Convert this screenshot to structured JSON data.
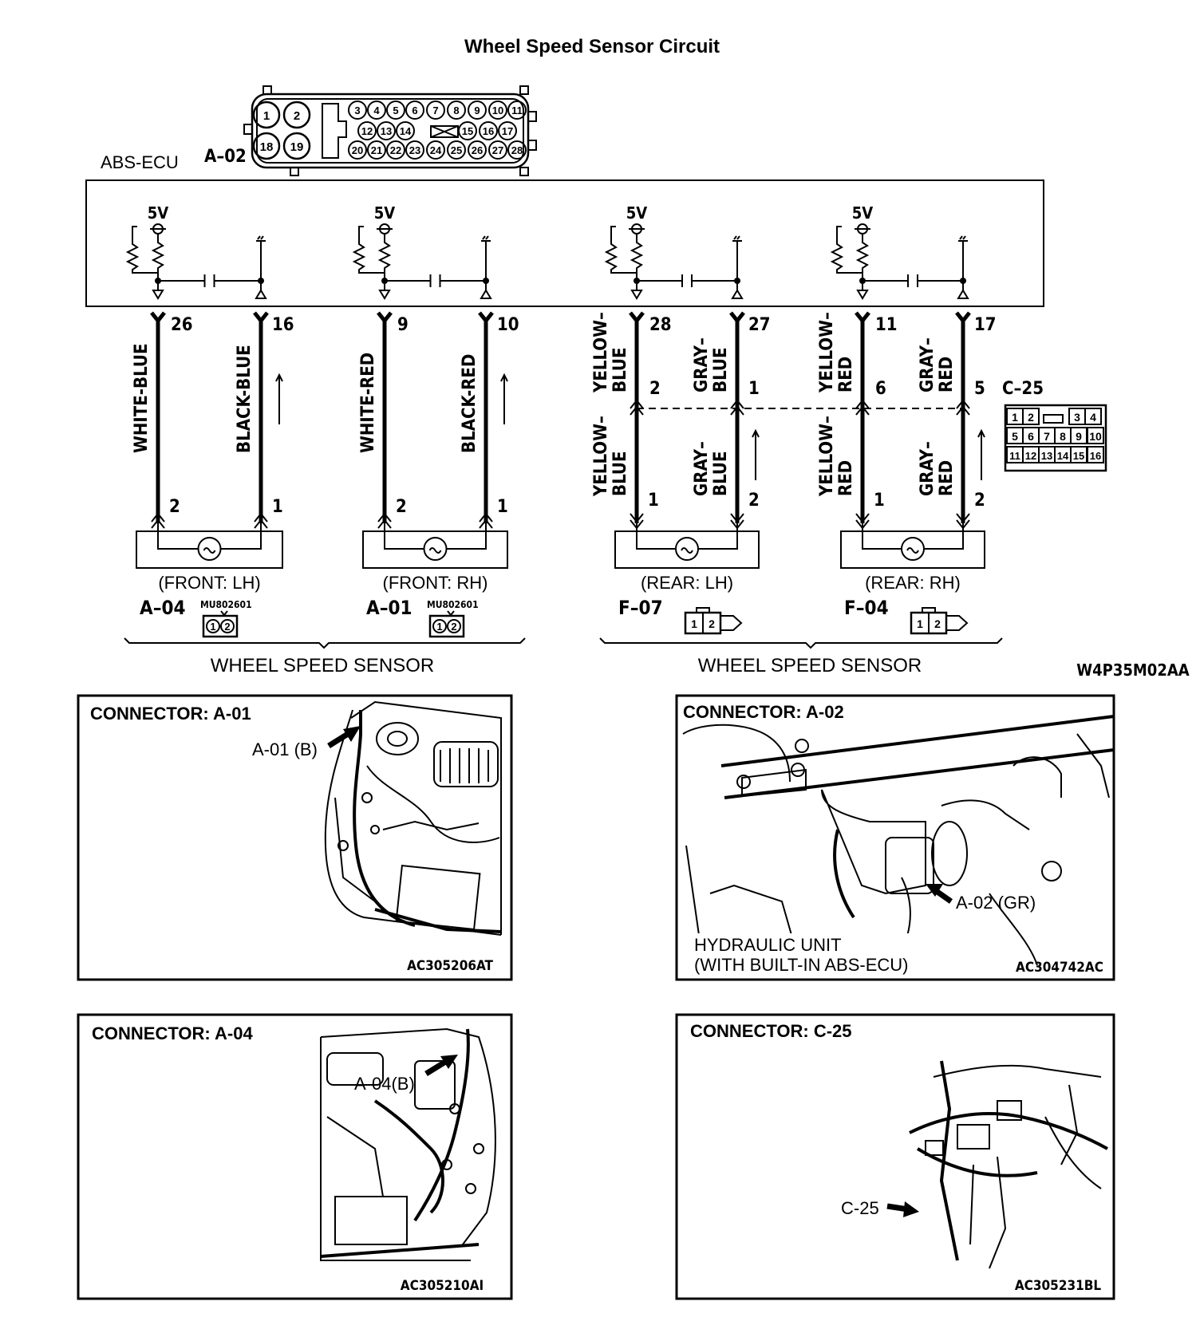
{
  "title": "Wheel Speed Sensor Circuit",
  "ecu": {
    "label": "ABS-ECU",
    "connector": "A–02",
    "pins_left": [
      "1",
      "2",
      "18",
      "19"
    ],
    "pins_row1": [
      "3",
      "4",
      "5",
      "6",
      "7",
      "8",
      "9",
      "10",
      "11"
    ],
    "pins_row2": [
      "12",
      "13",
      "14",
      "15",
      "16",
      "17"
    ],
    "pins_row3": [
      "20",
      "21",
      "22",
      "23",
      "24",
      "25",
      "26",
      "27",
      "28"
    ],
    "voltage": "5V"
  },
  "channels": [
    {
      "sig_pin": "26",
      "gnd_pin": "16",
      "sig_color": "WHITE-BLUE",
      "gnd_color": "BLACK-BLUE",
      "sensor_sig_pin": "2",
      "sensor_gnd_pin": "1",
      "location": "(FRONT: LH)",
      "connector": "A–04",
      "part": "MU802601"
    },
    {
      "sig_pin": "9",
      "gnd_pin": "10",
      "sig_color": "WHITE-RED",
      "gnd_color": "BLACK-RED",
      "sensor_sig_pin": "2",
      "sensor_gnd_pin": "1",
      "location": "(FRONT: RH)",
      "connector": "A–01",
      "part": "MU802601"
    },
    {
      "sig_pin": "28",
      "gnd_pin": "27",
      "sig_color_top": [
        "YELLOW–",
        "BLUE"
      ],
      "gnd_color_top": [
        "GRAY–",
        "BLUE"
      ],
      "sig_color_bot": [
        "YELLOW–",
        "BLUE"
      ],
      "gnd_color_bot": [
        "GRAY–",
        "BLUE"
      ],
      "inline_sig_pin": "2",
      "inline_gnd_pin": "1",
      "sensor_sig_pin": "1",
      "sensor_gnd_pin": "2",
      "location": "(REAR: LH)",
      "connector": "F–07"
    },
    {
      "sig_pin": "11",
      "gnd_pin": "17",
      "sig_color_top": [
        "YELLOW–",
        "RED"
      ],
      "gnd_color_top": [
        "GRAY–",
        "RED"
      ],
      "sig_color_bot": [
        "YELLOW–",
        "RED"
      ],
      "gnd_color_bot": [
        "GRAY–",
        "RED"
      ],
      "inline_sig_pin": "6",
      "inline_gnd_pin": "5",
      "sensor_sig_pin": "1",
      "sensor_gnd_pin": "2",
      "location": "(REAR: RH)",
      "connector": "F–04"
    }
  ],
  "c25": {
    "connector": "C–25",
    "row1": [
      "1",
      "2",
      "3",
      "4"
    ],
    "row2": [
      "5",
      "6",
      "7",
      "8",
      "9",
      "10"
    ],
    "row3": [
      "11",
      "12",
      "13",
      "14",
      "15",
      "16"
    ]
  },
  "sensor_pins": [
    "1",
    "2"
  ],
  "group_label_front": "WHEEL SPEED SENSOR",
  "group_label_rear": "WHEEL SPEED SENSOR",
  "diagram_code": "W4P35M02AA",
  "panels": [
    {
      "title": "CONNECTOR: A-01",
      "callout": "A-01 (B)",
      "code": "AC305206AT"
    },
    {
      "title": "CONNECTOR: A-02",
      "callout": "A-02 (GR)",
      "label_line1": "HYDRAULIC UNIT",
      "label_line2": "(WITH BUILT-IN ABS-ECU)",
      "code": "AC304742AC"
    },
    {
      "title": "CONNECTOR: A-04",
      "callout": "A-04(B)",
      "code": "AC305210AI"
    },
    {
      "title": "CONNECTOR: C-25",
      "callout": "C-25",
      "code": "AC305231BL"
    }
  ]
}
